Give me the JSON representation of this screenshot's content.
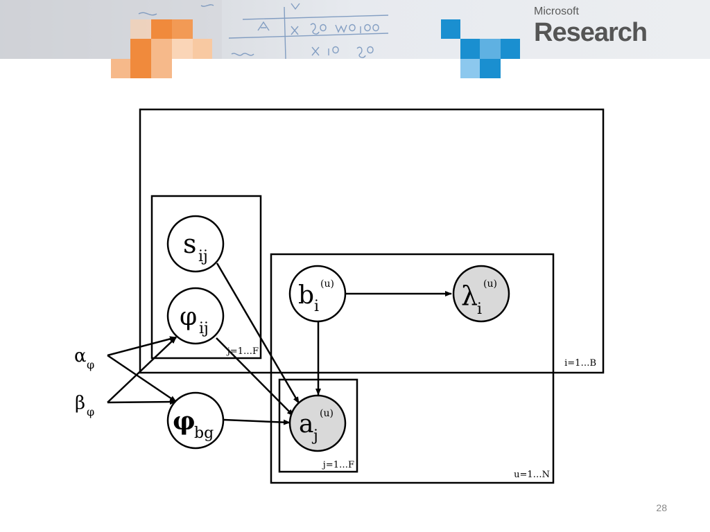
{
  "brand": {
    "microsoft": "Microsoft",
    "research": "Research"
  },
  "page_number": "28",
  "nodes": {
    "s_ij": {
      "main": "s",
      "sub": "ij"
    },
    "phi_ij": {
      "main": "φ",
      "sub": "ij"
    },
    "phi_bg": {
      "main": "φ",
      "sub": "bg"
    },
    "b_i": {
      "main": "b",
      "sub": "i",
      "sup": "(u)"
    },
    "lambda_i": {
      "main": "λ",
      "sub": "i",
      "sup": "(u)",
      "observed": true
    },
    "a_j": {
      "main": "a",
      "sub": "j",
      "sup": "(u)",
      "observed": true
    }
  },
  "hyperparams": {
    "alpha": {
      "main": "α",
      "sub": "φ"
    },
    "beta": {
      "main": "β",
      "sub": "φ"
    }
  },
  "plates": {
    "outer_i": "i=1…B",
    "inner_j_left": "j=1…F",
    "u": "u=1…N",
    "inner_j_bottom": "j=1…F"
  },
  "colors": {
    "observed_fill": "#d9d9d9",
    "orange": "#f08a3c",
    "blue": "#1a8fd0"
  }
}
